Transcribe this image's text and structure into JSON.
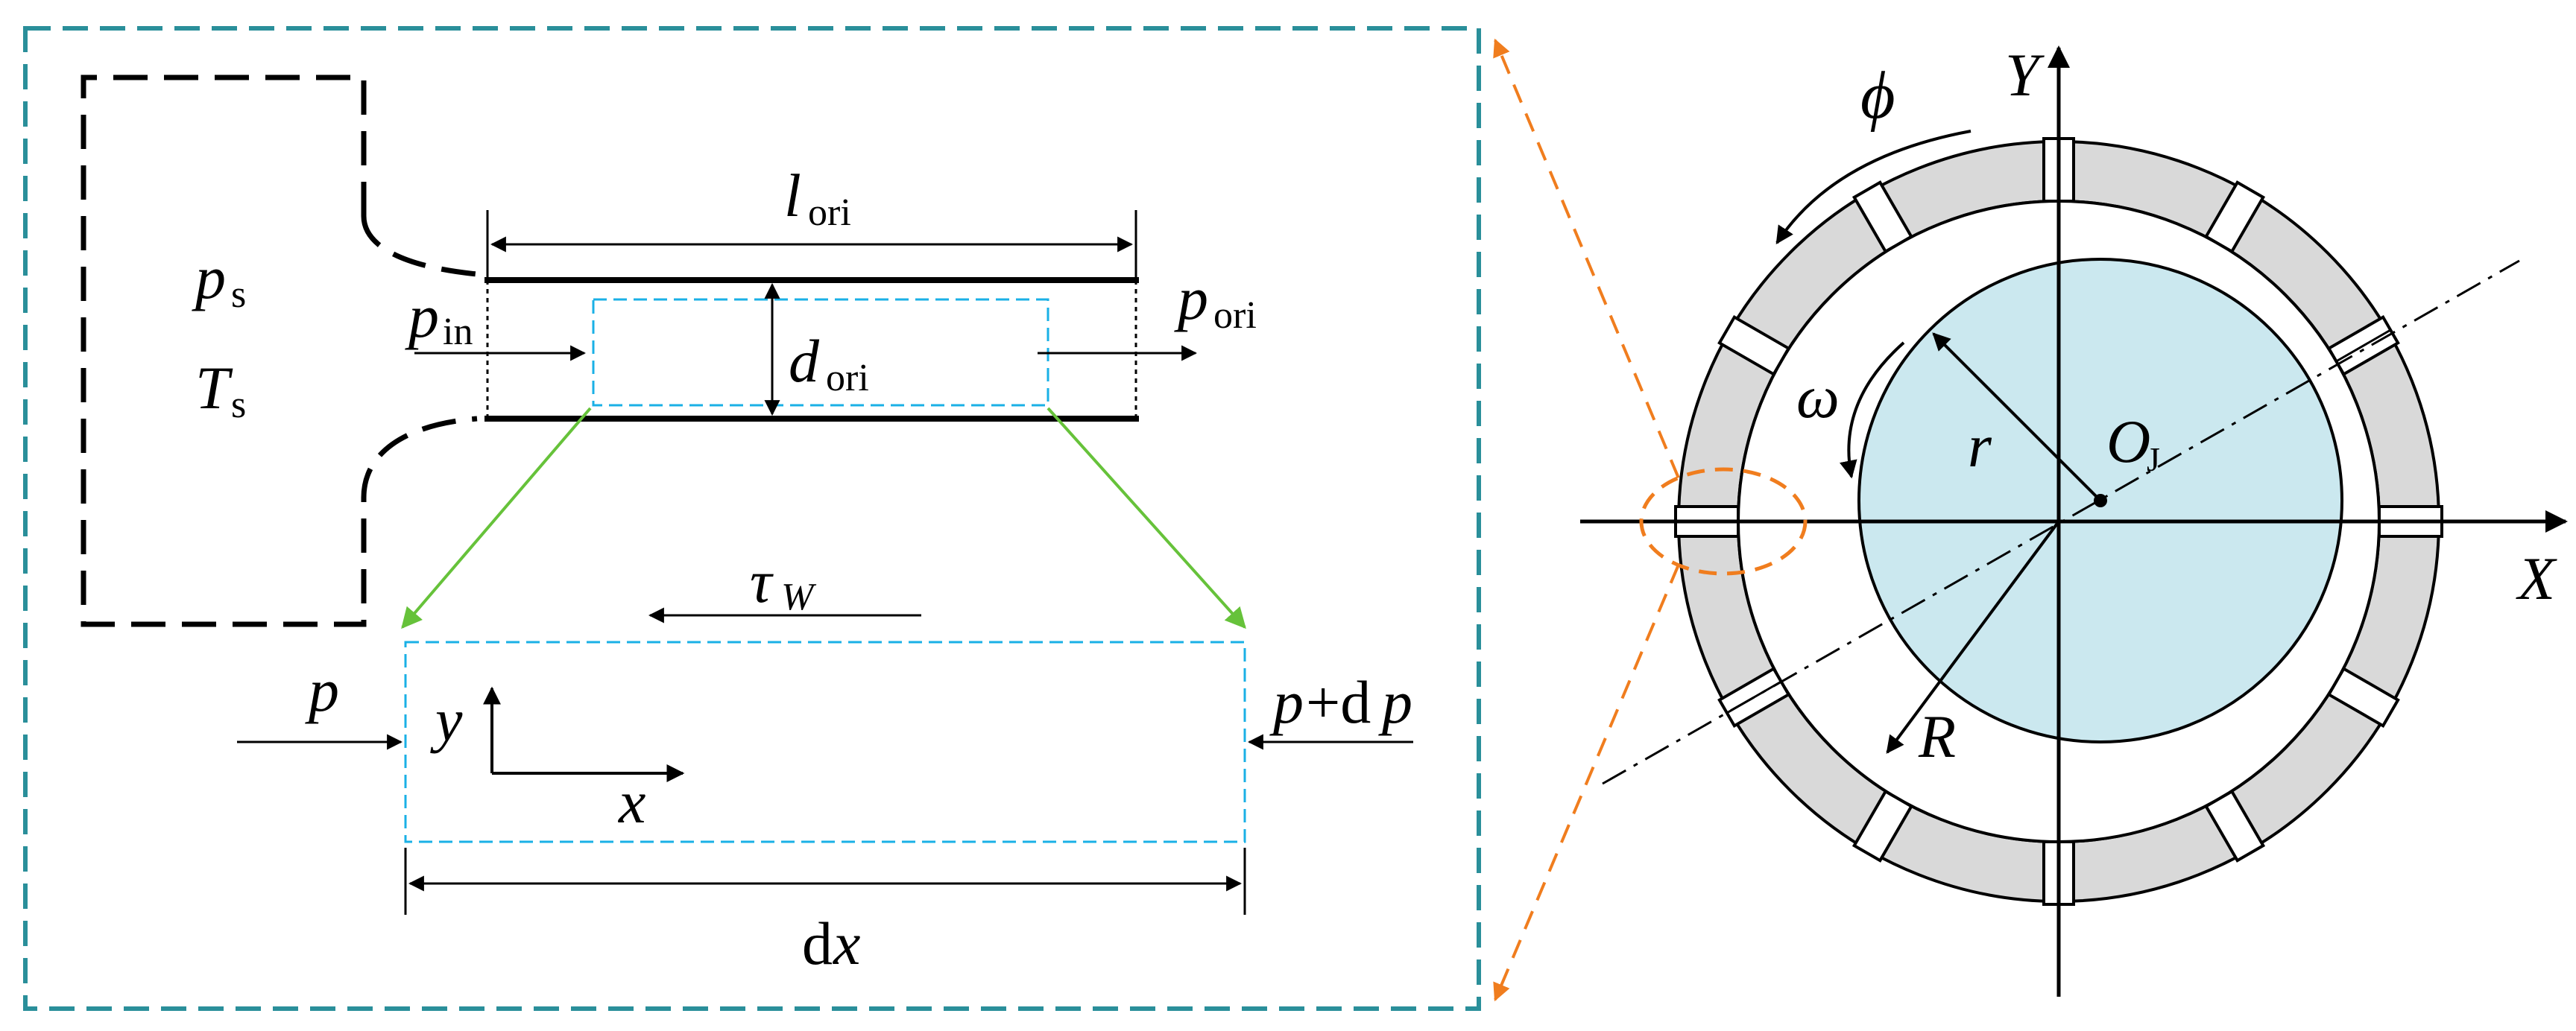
{
  "labels": {
    "ps_main": "p",
    "ps_sub": "s",
    "ts_main": "T",
    "ts_sub": "s",
    "pin_main": "p",
    "pin_sub": "in",
    "lori_main": "l",
    "lori_sub": "ori",
    "dori_main": "d",
    "dori_sub": "ori",
    "pori_main": "p",
    "pori_sub": "ori",
    "tau_main": "τ",
    "tau_sub": "W",
    "p_left": "p",
    "p_right_a": "p",
    "p_right_b": "+d",
    "p_right_c": "p",
    "axis_y_small": "y",
    "axis_x_small": "x",
    "dx_a": "d",
    "dx_b": "x",
    "phi": "ϕ",
    "big_y": "Y",
    "big_x": "X",
    "omega": "ω",
    "r_small": "r",
    "oj_main": "O",
    "oj_sub": "J",
    "r_big": "R"
  },
  "colors": {
    "teal_frame": "#2a8f9a",
    "orange": "#f07d1e",
    "cyan_box": "#1ab0e6",
    "green": "#66c23a",
    "bearing_gray": "#d9d9d9",
    "journal_blue": "#cbe8ef"
  }
}
